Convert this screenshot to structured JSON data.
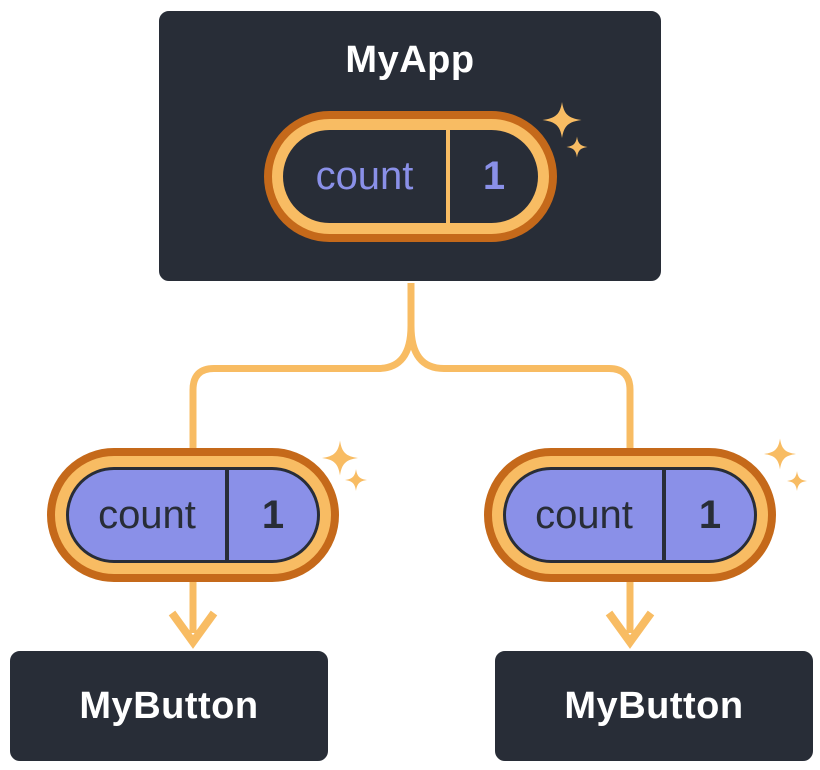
{
  "colors": {
    "background": "#FFFFFF",
    "box_fill": "#282D37",
    "box_border": "#FFFFFF",
    "box_text": "#FFFFFF",
    "orange_dark": "#C5691A",
    "orange_light": "#F8BC63",
    "periwinkle": "#8A90E8",
    "dark_text": "#282D37"
  },
  "diagram": {
    "root": {
      "title": "MyApp",
      "pill": {
        "label": "count",
        "value": "1"
      }
    },
    "children": [
      {
        "title": "MyButton",
        "pill": {
          "label": "count",
          "value": "1"
        }
      },
      {
        "title": "MyButton",
        "pill": {
          "label": "count",
          "value": "1"
        }
      }
    ]
  }
}
